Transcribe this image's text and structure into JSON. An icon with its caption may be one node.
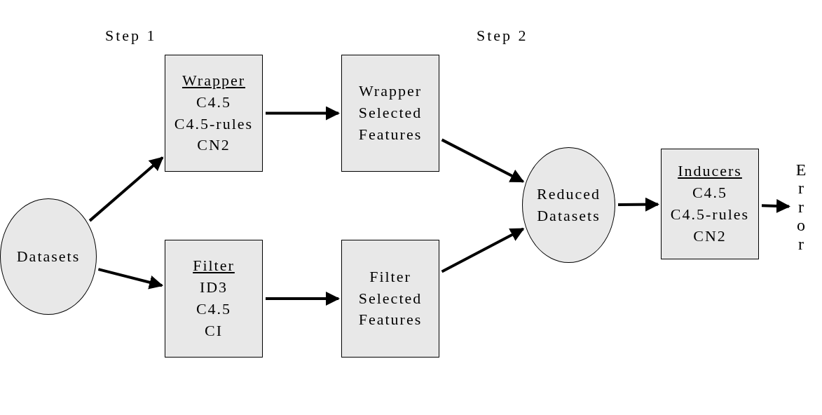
{
  "diagram": {
    "nodes": [
      {
        "text": [
          "Datasets"
        ]
      },
      {
        "text": [
          "Wrapper",
          "C4.5",
          "C4.5-rules",
          "CN2"
        ]
      },
      {
        "text": [
          "Wrapper Selected Features"
        ]
      },
      {
        "text": [
          "Filter",
          "ID3",
          "C4.5",
          "CI"
        ]
      },
      {
        "text": [
          "Filter Selected Features"
        ]
      },
      {
        "text": [
          "Reduced Datasets"
        ]
      },
      {
        "text": [
          "Inducers",
          "C4.5",
          "C4.5-rules",
          "CN2"
        ]
      },
      {
        "text": [
          "Error"
        ]
      }
    ],
    "edges": [
      {
        "from": 0,
        "to": 1,
        "arrow": "to"
      },
      {
        "from": 0,
        "to": 3,
        "arrow": "to"
      },
      {
        "from": 1,
        "to": 2,
        "arrow": "to"
      },
      {
        "from": 3,
        "to": 4,
        "arrow": "to"
      },
      {
        "from": 2,
        "to": 5,
        "arrow": "to"
      },
      {
        "from": 4,
        "to": 5,
        "arrow": "to"
      },
      {
        "from": 5,
        "to": 6,
        "arrow": "to"
      },
      {
        "from": 6,
        "to": 7,
        "arrow": "to"
      }
    ],
    "labels": [
      "Step 1",
      "Step 2"
    ]
  }
}
